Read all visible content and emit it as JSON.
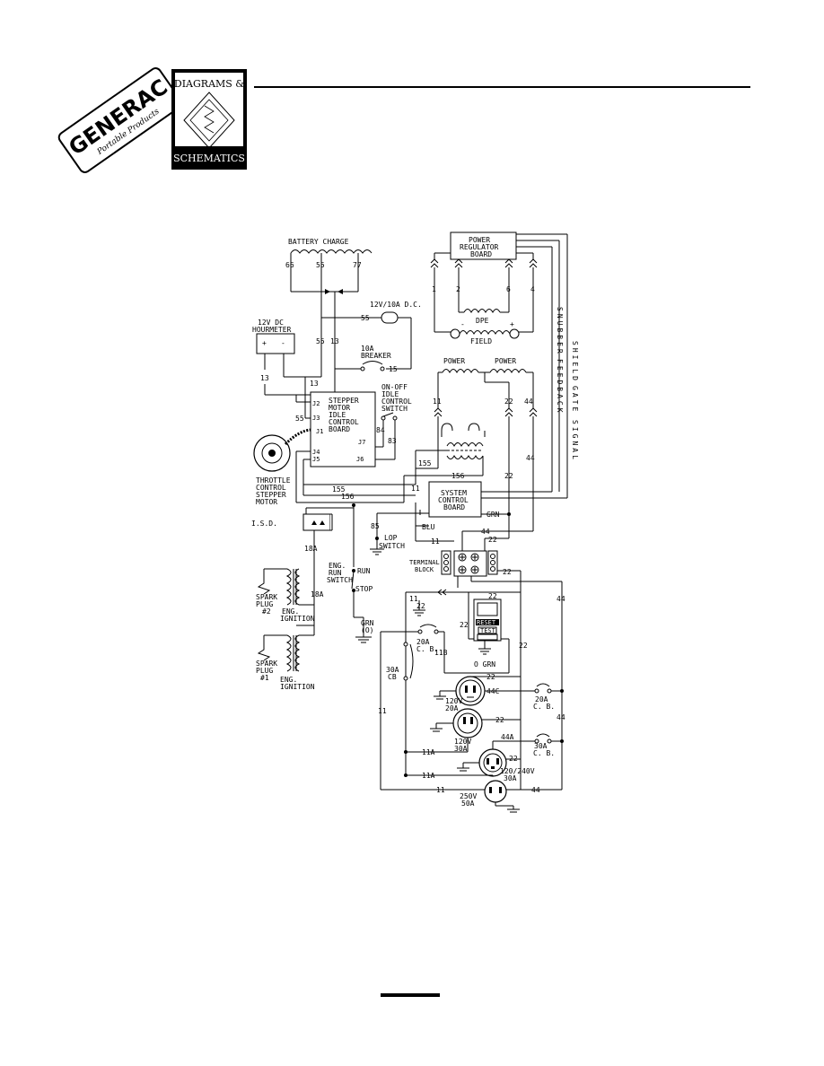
{
  "header": {
    "brand": "GENERAC",
    "brand_sub": "Portable Products",
    "badge_top": "DIAGRAMS &",
    "badge_bottom": "SCHEMATICS"
  },
  "labels": {
    "battery_charge": "BATTERY CHARGE",
    "w66": "66",
    "w55a": "55",
    "w77": "77",
    "dc_12v": "12V/10A D.C.",
    "w55b": "55",
    "w55c": "55",
    "w13a": "13",
    "hourmeter_1": "12V DC",
    "hourmeter_2": "HOURMETER",
    "plus": "+",
    "minus": "-",
    "breaker_1": "10A",
    "breaker_2": "BREAKER",
    "w15": "15",
    "w13b": "13",
    "w13c": "13",
    "prb_1": "POWER",
    "prb_2": "REGULATOR",
    "prb_3": "BOARD",
    "p1": "1",
    "p2": "2",
    "p6": "6",
    "p4": "4",
    "dpe": "DPE",
    "field": "FIELD",
    "fminus": "-",
    "fplus": "+",
    "snubber": "SNUBBER",
    "feedback": "FEEDBACK",
    "shield": "SHIELD",
    "gate": "GATE",
    "signal": "SIGNAL",
    "power_l": "POWER",
    "power_r": "POWER",
    "w11a": "11",
    "w22a": "22",
    "w44a": "44",
    "onoff_1": "ON-OFF",
    "onoff_2": "IDLE",
    "onoff_3": "CONTROL",
    "onoff_4": "SWITCH",
    "stepper_1": "STEPPER",
    "stepper_2": "MOTOR",
    "stepper_3": "IDLE",
    "stepper_4": "CONTROL",
    "stepper_5": "BOARD",
    "j1": "J1",
    "j2": "J2",
    "j3": "J3",
    "j4": "J4",
    "j5": "J5",
    "j6": "J6",
    "j7": "J7",
    "w84": "84",
    "w83": "83",
    "throttle_1": "THROTTLE",
    "throttle_2": "CONTROL",
    "throttle_3": "STEPPER",
    "throttle_4": "MOTOR",
    "w155a": "155",
    "w156a": "156",
    "w22b": "22",
    "w44b": "44",
    "w155b": "155",
    "w156b": "156",
    "w11b": "11",
    "scb_1": "SYSTEM",
    "scb_2": "CONTROL",
    "scb_3": "BOARD",
    "isd": "I.S.D.",
    "w85": "85",
    "blu": "BLU",
    "grn": "GRN",
    "lop_1": "LOP",
    "lop_2": "SWITCH",
    "w11c": "11",
    "w44c": "44",
    "w22c": "22",
    "terminal_1": "TERMINAL",
    "terminal_2": "BLOCK",
    "w18a1": "18A",
    "w18a2": "18A",
    "run": "RUN",
    "stop": "STOP",
    "engrun_1": "ENG.",
    "engrun_2": "RUN",
    "engrun_3": "SWITCH",
    "w22d": "22",
    "plug2_1": "SPARK",
    "plug2_2": "PLUG",
    "plug2_3": "#2",
    "ign2_1": "ENG.",
    "ign2_2": "IGNITION",
    "plug1_1": "SPARK",
    "plug1_2": "PLUG",
    "plug1_3": "#1",
    "ign1_1": "ENG.",
    "ign1_2": "IGNITION",
    "grn_o1": "GRN",
    "grn_o2": "(O)",
    "w11d": "11",
    "w22e": "22",
    "w44d": "44",
    "w22f": "22",
    "cb20a_1": "20A",
    "cb20a_2": "C. B.",
    "w22g": "22",
    "w11bb": "11B",
    "reset": "RESET",
    "test": "TEST",
    "ogrn": "O GRN",
    "w22h": "22",
    "cb30_1": "30A",
    "cb30_2": "CB",
    "w11e": "11",
    "r120_20_1": "120V",
    "r120_20_2": "20A",
    "w44cc": "44C",
    "cb20b_1": "20A",
    "cb20b_2": "C. B.",
    "w22i": "22",
    "w44e": "44",
    "r120_30_1": "120V",
    "r120_30_2": "30A",
    "w44aa": "44A",
    "cb30b_1": "30A",
    "cb30b_2": "C. B.",
    "w11aa1": "11A",
    "w22j": "22",
    "r240_1": "120/240V",
    "r240_2": "30A",
    "w11aa2": "11A",
    "w11f": "11",
    "w44f": "44",
    "r250_1": "250V",
    "r250_2": "50A"
  }
}
